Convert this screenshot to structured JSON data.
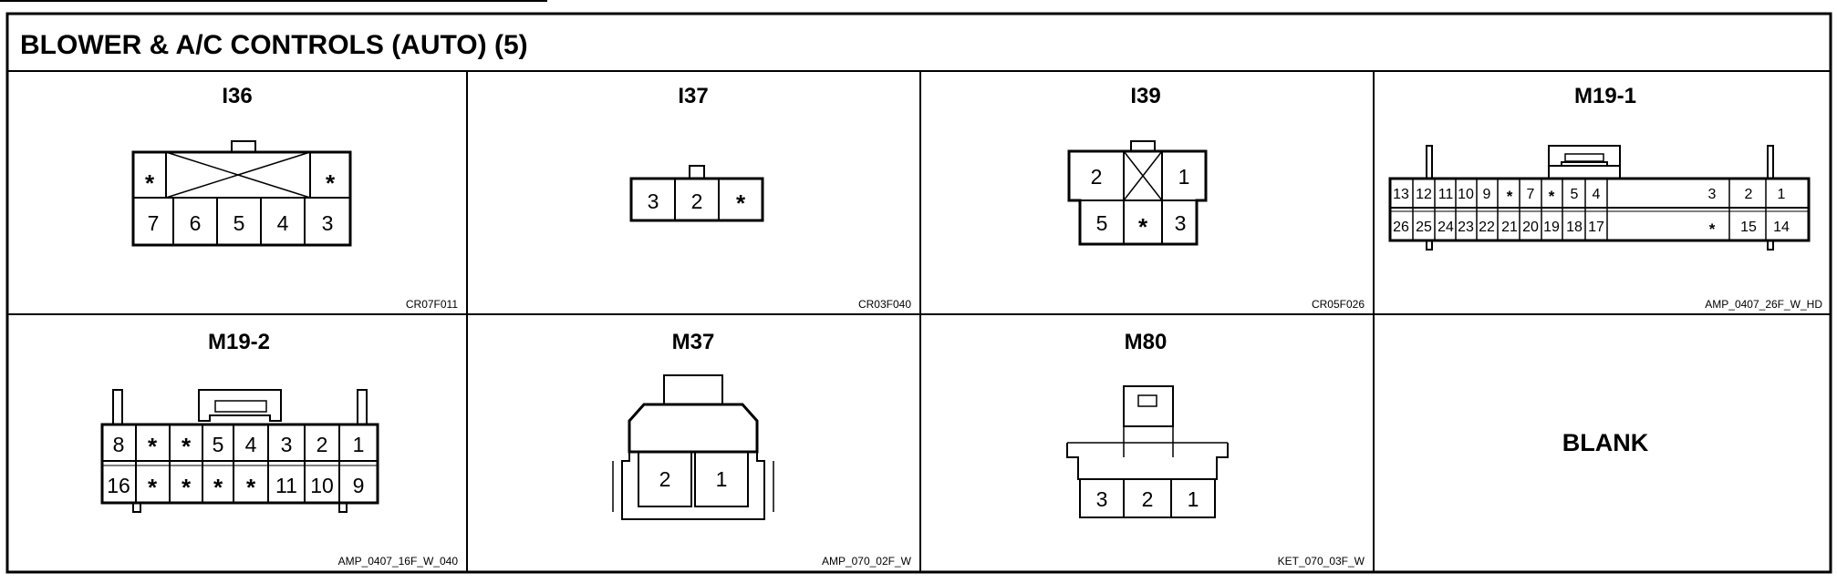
{
  "header": {
    "title": "BLOWER & A/C CONTROLS (AUTO) (5)"
  },
  "connectors": {
    "i36": {
      "id": "I36",
      "code": "CR07F011",
      "top_row": [
        "*",
        "*"
      ],
      "bottom_row": [
        "7",
        "6",
        "5",
        "4",
        "3"
      ]
    },
    "i37": {
      "id": "I37",
      "code": "CR03F040",
      "pins": [
        "3",
        "2",
        "*"
      ]
    },
    "i39": {
      "id": "I39",
      "code": "CR05F026",
      "top_row": [
        "2",
        "1"
      ],
      "bottom_row": [
        "5",
        "*",
        "3"
      ]
    },
    "m19_1": {
      "id": "M19-1",
      "code": "AMP_0407_26F_W_HD",
      "top_row": [
        "13",
        "12",
        "11",
        "10",
        "9",
        "*",
        "7",
        "*",
        "5",
        "4",
        "3",
        "2",
        "1"
      ],
      "bottom_row": [
        "26",
        "25",
        "24",
        "23",
        "22",
        "21",
        "20",
        "19",
        "18",
        "17",
        "*",
        "15",
        "14"
      ]
    },
    "m19_2": {
      "id": "M19-2",
      "code": "AMP_0407_16F_W_040",
      "top_row": [
        "8",
        "*",
        "*",
        "5",
        "4",
        "3",
        "2",
        "1"
      ],
      "bottom_row": [
        "16",
        "*",
        "*",
        "*",
        "*",
        "11",
        "10",
        "9"
      ]
    },
    "m37": {
      "id": "M37",
      "code": "AMP_070_02F_W",
      "pins": [
        "2",
        "1"
      ]
    },
    "m80": {
      "id": "M80",
      "code": "KET_070_03F_W",
      "pins": [
        "3",
        "2",
        "1"
      ]
    },
    "blank": {
      "label": "BLANK"
    }
  }
}
